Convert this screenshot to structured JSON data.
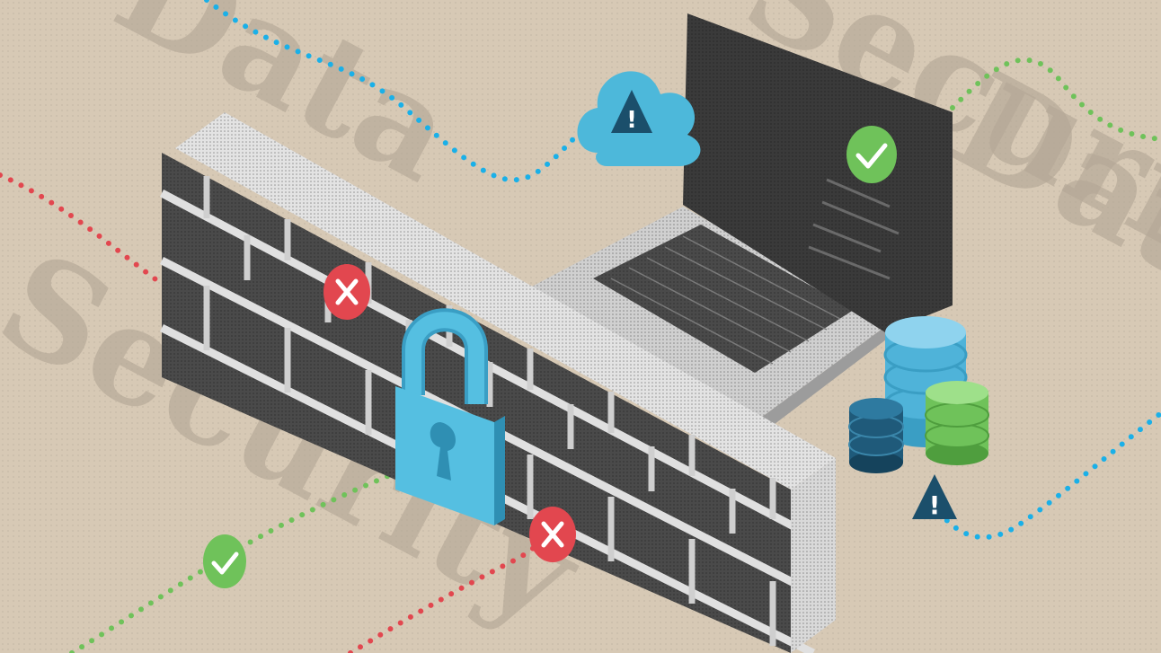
{
  "illustration": {
    "background_words": [
      "Data",
      "Security",
      "Data",
      "Security"
    ],
    "colors": {
      "background": "#d7c9b5",
      "background_text": "#b5a897",
      "brick_face": "#4a4a4a",
      "brick_top": "#e6e6e6",
      "lock": "#4db8da",
      "cloud": "#4db8da",
      "laptop_screen": "#3a3a3a",
      "laptop_body": "#cfcfcf",
      "path_blue": "#1ab0e8",
      "path_red": "#e2474f",
      "path_green": "#6fc25a",
      "check_badge": "#6fc25a",
      "cross_badge": "#e2474f",
      "warning_badge": "#1b4f6b",
      "db_light_blue": "#4fb3d9",
      "db_dark_blue": "#1f5a7a",
      "db_green": "#6fc25a"
    },
    "icons": [
      "firewall-brick-wall-icon",
      "padlock-icon",
      "cloud-warning-icon",
      "laptop-icon",
      "database-stack-icon",
      "check-badge-icon",
      "cross-badge-icon",
      "warning-triangle-icon"
    ]
  }
}
